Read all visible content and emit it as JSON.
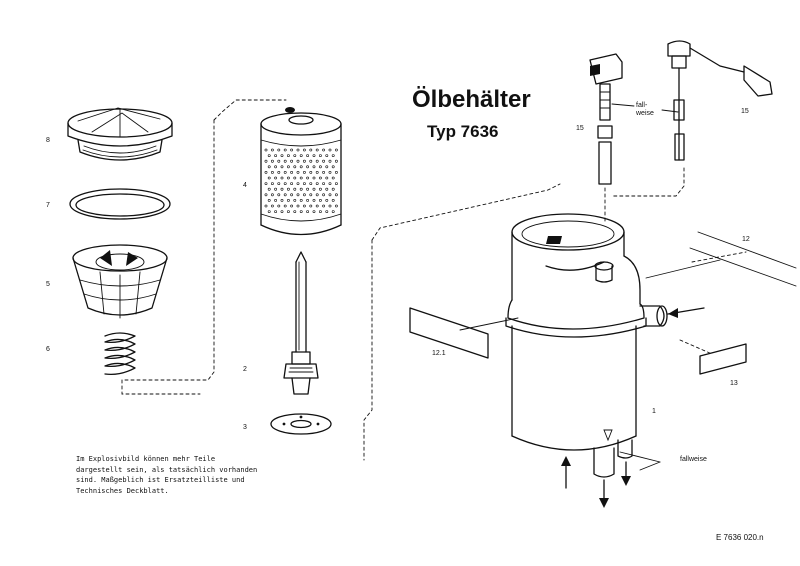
{
  "title": {
    "line1": "Ölbehälter",
    "line2": "Typ 7636"
  },
  "callouts": {
    "cap": "8",
    "gasket": "7",
    "filter_cartridge": "4",
    "strainer": "5",
    "spring": "6",
    "center_pipe": "2",
    "washer": "3",
    "tank": "1",
    "sensor_left": "15",
    "sensor_right": "15",
    "bracket_right": "12",
    "bracket_left": "12.1",
    "bracket_lower": "13",
    "fallweise_top": "fall-\nweise",
    "fallweise_bottom": "fallweise"
  },
  "note": "Im Explosivbild können mehr Teile\ndargestellt sein, als tatsächlich vorhanden\nsind. Maßgeblich ist Ersatzteilliste und\nTechnisches Deckblatt.",
  "drawing_ref": "E 7636 020.n"
}
